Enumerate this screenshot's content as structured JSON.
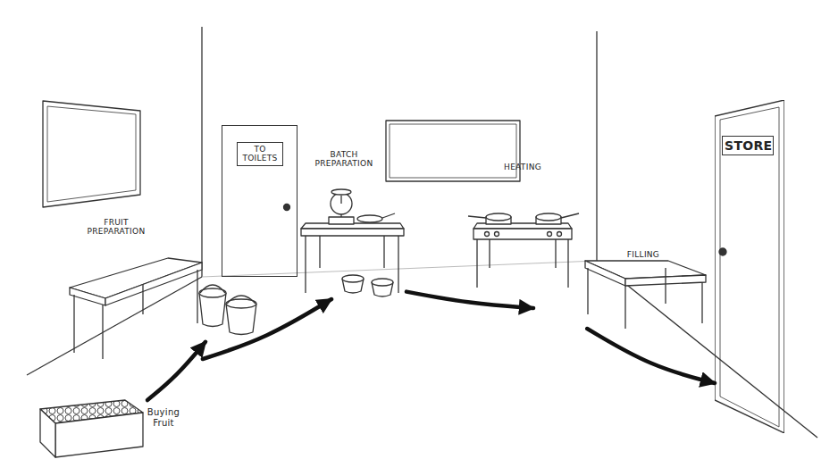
{
  "diagram": {
    "nodes": [
      {
        "text": [
          "TO TOILETS"
        ]
      },
      {
        "text": [
          "STORE"
        ]
      },
      {
        "text": [
          "BATCH PREPARATION"
        ]
      },
      {
        "text": [
          "HEATING"
        ]
      },
      {
        "text": [
          "FRUIT PREPARATION"
        ]
      },
      {
        "text": [
          "FILLING"
        ]
      },
      {
        "text": [
          "Buying Fruit"
        ]
      }
    ],
    "edges": [
      {
        "from": 6,
        "to": 4,
        "arrow": "to"
      },
      {
        "from": 4,
        "to": 2,
        "arrow": "to"
      },
      {
        "from": 2,
        "to": 3,
        "arrow": "to"
      },
      {
        "from": 5,
        "to": 1,
        "arrow": "to"
      }
    ]
  }
}
